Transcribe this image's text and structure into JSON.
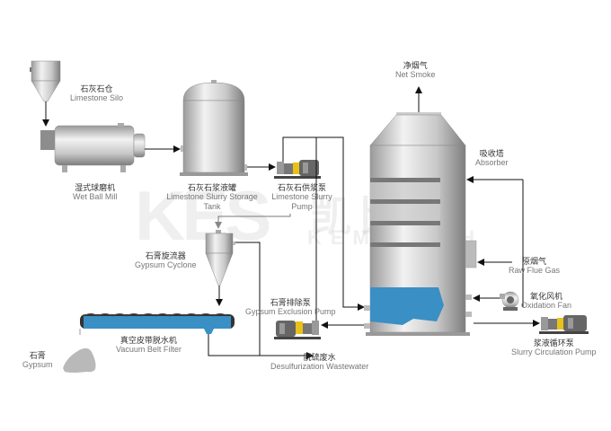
{
  "watermark": {
    "logo": "KES",
    "chinese": "凯比思",
    "english": "KEMPINSH"
  },
  "equipment": [
    {
      "id": "limestone-silo",
      "zh": "石灰石仓",
      "en": "Limestone Silo"
    },
    {
      "id": "wet-ball-mill",
      "zh": "湿式球磨机",
      "en": "Wet Ball Mill"
    },
    {
      "id": "limestone-slurry-storage-tank",
      "zh": "石灰石浆液罐",
      "en": "Limestone Slurry Storage Tank"
    },
    {
      "id": "limestone-slurry-pump",
      "zh": "石灰石供浆泵",
      "en": "Limestone Slurry Pump"
    },
    {
      "id": "net-smoke",
      "zh": "净烟气",
      "en": "Net Smoke"
    },
    {
      "id": "absorber",
      "zh": "吸收塔",
      "en": "Absorber"
    },
    {
      "id": "raw-flue-gas",
      "zh": "原烟气",
      "en": "Raw Flue Gas"
    },
    {
      "id": "oxidation-fan",
      "zh": "氧化风机",
      "en": "Oxidation Fan"
    },
    {
      "id": "slurry-circulation-pump",
      "zh": "浆液循环泵",
      "en": "Slurry Circulation Pump"
    },
    {
      "id": "gypsum-cyclone",
      "zh": "石膏旋流器",
      "en": "Gypsum Cyclone"
    },
    {
      "id": "gypsum-exclusion-pump",
      "zh": "石膏排除泵",
      "en": "Gypsum Exclusion Pump"
    },
    {
      "id": "vacuum-belt-filter",
      "zh": "真空皮带脱水机",
      "en": "Vacuum Belt Filter"
    },
    {
      "id": "desulfurization-wastewater",
      "zh": "脱硫废水",
      "en": "Desulfurization Wastewater"
    },
    {
      "id": "gypsum",
      "zh": "石膏",
      "en": "Gypsum"
    }
  ],
  "colors": {
    "slurry_blue": "#3a8fc4",
    "steel_light": "#e6e6e6",
    "steel_dark": "#8a8a8a",
    "pipe": "#222222",
    "motor_accent": "#e8c21a"
  }
}
